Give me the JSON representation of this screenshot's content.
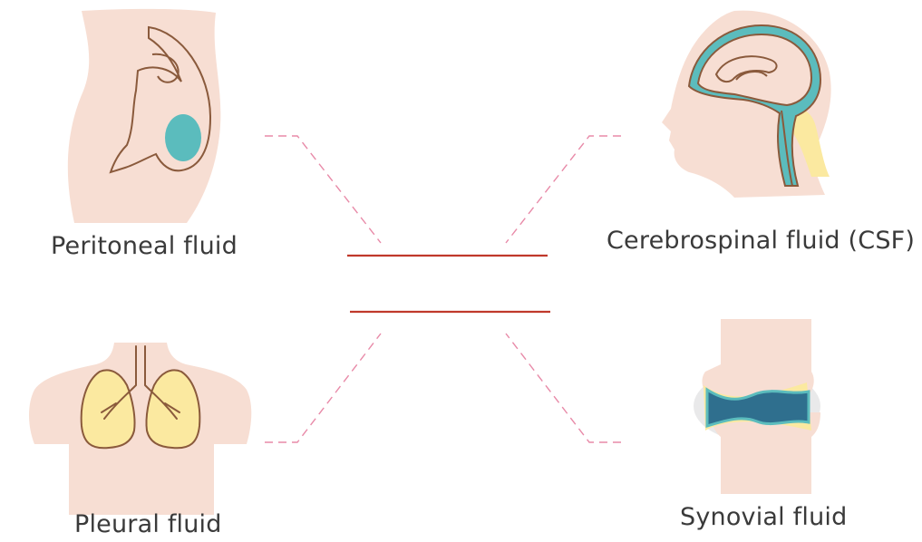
{
  "labels": {
    "peritoneal": "Peritoneal fluid",
    "csf": "Cerebrospinal fluid (CSF)",
    "pleural": "Pleural fluid",
    "synovial": "Synovial fluid"
  },
  "colors": {
    "skin": "#f7ded3",
    "outline": "#8a5a3c",
    "teal": "#5bbcbd",
    "yellow": "#fbe9a0",
    "dark_blue": "#2f6f8e",
    "answer_line": "#c0392b",
    "connector": "#e88aa8"
  }
}
